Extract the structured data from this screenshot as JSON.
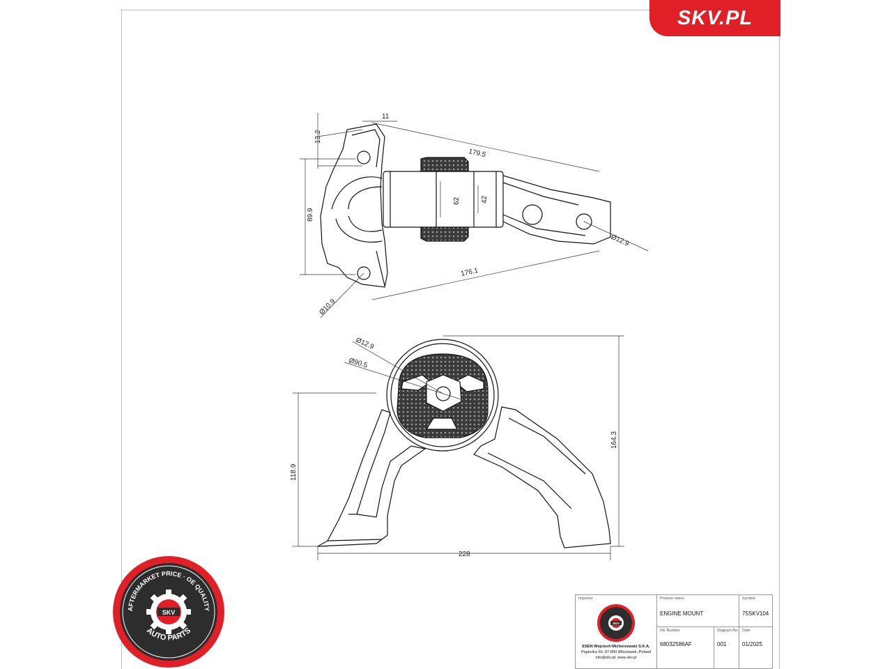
{
  "brand": {
    "name": "SKV.PL",
    "color": "#e11f26"
  },
  "dimensions": {
    "top_view": [
      "11",
      "13.2",
      "179.5",
      "89.9",
      "62",
      "42",
      "176.1",
      "Ø12.9",
      "Ø10.9"
    ],
    "front_view": [
      "Ø12.9",
      "Ø90.5",
      "118.9",
      "164.3",
      "228"
    ]
  },
  "seal": {
    "arc_top": "AFTERMARKET PRICE · OE QUALITY",
    "arc_bottom": "AUTO PARTS",
    "center": "SKV",
    "icon": "gear-icon"
  },
  "title_block": {
    "importer_caption": "Importer",
    "importer_lines": [
      "ESEN Wojciech Michorzewski S.K.A.",
      "Papiezka 69, 87-800 Wloclawek, Poland",
      "info@skv.pl, www.skv.pl"
    ],
    "product_name_caption": "Product name:",
    "product_name": "ENGINE MOUNT",
    "symbol_caption": "Symbol",
    "symbol": "75SKV104",
    "oe_caption": "OE Number",
    "oe_number": "68032586AF",
    "diagram_caption": "Diagram No.",
    "diagram_no": "001",
    "date_caption": "Date",
    "date": "01/2025"
  }
}
